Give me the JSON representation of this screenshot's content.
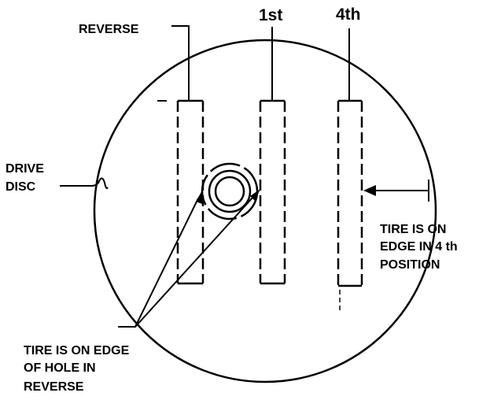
{
  "labels": {
    "reverse": "REVERSE",
    "first": "1st",
    "fourth": "4th",
    "drive_disc_line1": "DRIVE",
    "drive_disc_line2": "DISC",
    "tire_4th_line1": "TIRE IS ON",
    "tire_4th_line2": "EDGE IN 4 th",
    "tire_4th_line3": "POSITION",
    "tire_rev_line1": "TIRE IS ON EDGE",
    "tire_rev_line2": "OF HOLE IN",
    "tire_rev_line3": "REVERSE"
  },
  "colors": {
    "ink": "#000000",
    "background": "#ffffff"
  }
}
